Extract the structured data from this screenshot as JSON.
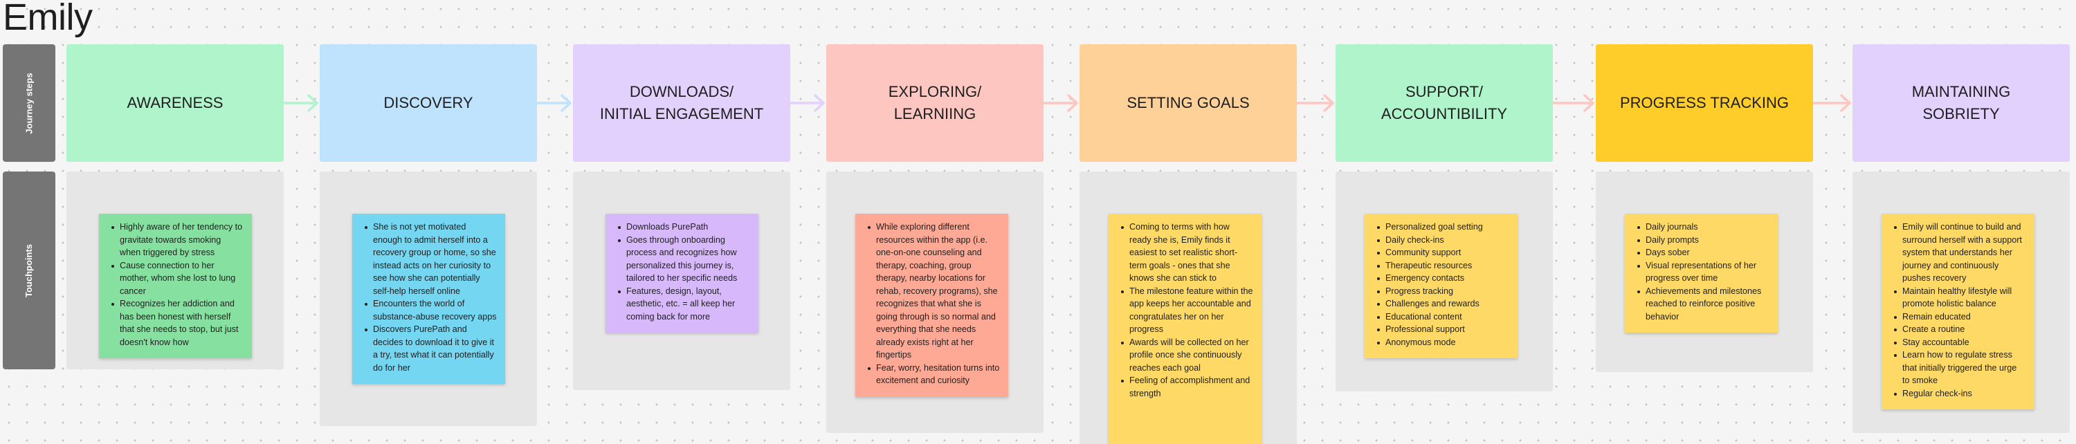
{
  "title": "Emily",
  "rows": {
    "journey": "Journey steps",
    "touchpoints": "Touchpoints"
  },
  "steps": [
    {
      "label": "AWARENESS",
      "color": "#b0f4cc",
      "note_color": "#86e1a1",
      "items": [
        "Highly aware of her tendency to gravitate towards smoking when triggered by stress",
        "Cause connection to her mother, whom she lost to lung cancer",
        "Recognizes her addiction and has been honest with herself that she needs to stop, but just doesn't know how"
      ]
    },
    {
      "label": "DISCOVERY",
      "color": "#c0e3fd",
      "note_color": "#74d6f1",
      "items": [
        "She is not yet motivated enough to admit herself into a recovery group or home, so she instead acts on her curiosity to see how she can potentially self-help herself online",
        "Encounters the world of substance-abuse recovery apps",
        "Discovers PurePath and decides to download it to give it a try, test what it can potentially do for her"
      ]
    },
    {
      "label": "DOWNLOADS/\nINITIAL ENGAGEMENT",
      "color": "#e2d0fd",
      "note_color": "#d7b9fb",
      "items": [
        "Downloads PurePath",
        "Goes through onboarding process and recognizes how personalized this journey is, tailored to her specific needs",
        "Features, design, layout, aesthetic, etc. = all keep her coming back for more"
      ]
    },
    {
      "label": "EXPLORING/\nLEARNIING",
      "color": "#fec6c0",
      "note_color": "#fda996",
      "items": [
        "While exploring different resources within the app (i.e. one-on-one counseling and therapy, coaching, group therapy, nearby locations for rehab, recovery programs), she recognizes that what she is going through is so normal and everything that she needs already exists right at her fingertips",
        "Fear, worry, hesitation turns into excitement and curiosity"
      ]
    },
    {
      "label": "SETTING GOALS",
      "color": "#fed198",
      "note_color": "#ffd966",
      "items": [
        "Coming to terms with how ready she is, Emily finds it easiest to set realistic short-term goals - ones that she knows she can stick to",
        "The milestone feature within the app keeps her accountable and congratulates her on her progress",
        "Awards will be collected on her profile once she continuously reaches each goal",
        "Feeling of accomplishment and strength"
      ]
    },
    {
      "label": "SUPPORT/\nACCOUNTIBILITY",
      "color": "#b0f4cc",
      "note_color": "#ffd966",
      "items": [
        "Personalized goal setting",
        "Daily check-ins",
        "Community support",
        "Therapeutic resources",
        "Emergency contacts",
        "Progress tracking",
        "Challenges and rewards",
        "Educational content",
        "Professional support",
        "Anonymous mode"
      ]
    },
    {
      "label": "PROGRESS TRACKING",
      "color": "#ffcd2a",
      "note_color": "#ffd966",
      "items": [
        "Daily journals",
        "Daily prompts",
        "Days sober",
        "Visual representations of her progress over time",
        "Achievements and milestones reached to reinforce positive behavior"
      ]
    },
    {
      "label": "MAINTAINING\nSOBRIETY",
      "color": "#e2d0fd",
      "note_color": "#ffd966",
      "items": [
        "Emily will continue to build and surround herself with a support system that understands her journey and continuously pushes recovery",
        "Maintain healthy lifestyle will promote holistic balance",
        "Remain educated",
        "Create a routine",
        "Stay accountable",
        "Learn how to regulate stress that initially triggered the urge to smoke",
        "Regular check-ins"
      ]
    }
  ],
  "arrow_colors": [
    "#b0f4cc",
    "#c0e3fd",
    "#e2d0fd",
    "#fec6c0",
    "#fec6c0",
    "#fec6c0",
    "#fec6c0"
  ]
}
